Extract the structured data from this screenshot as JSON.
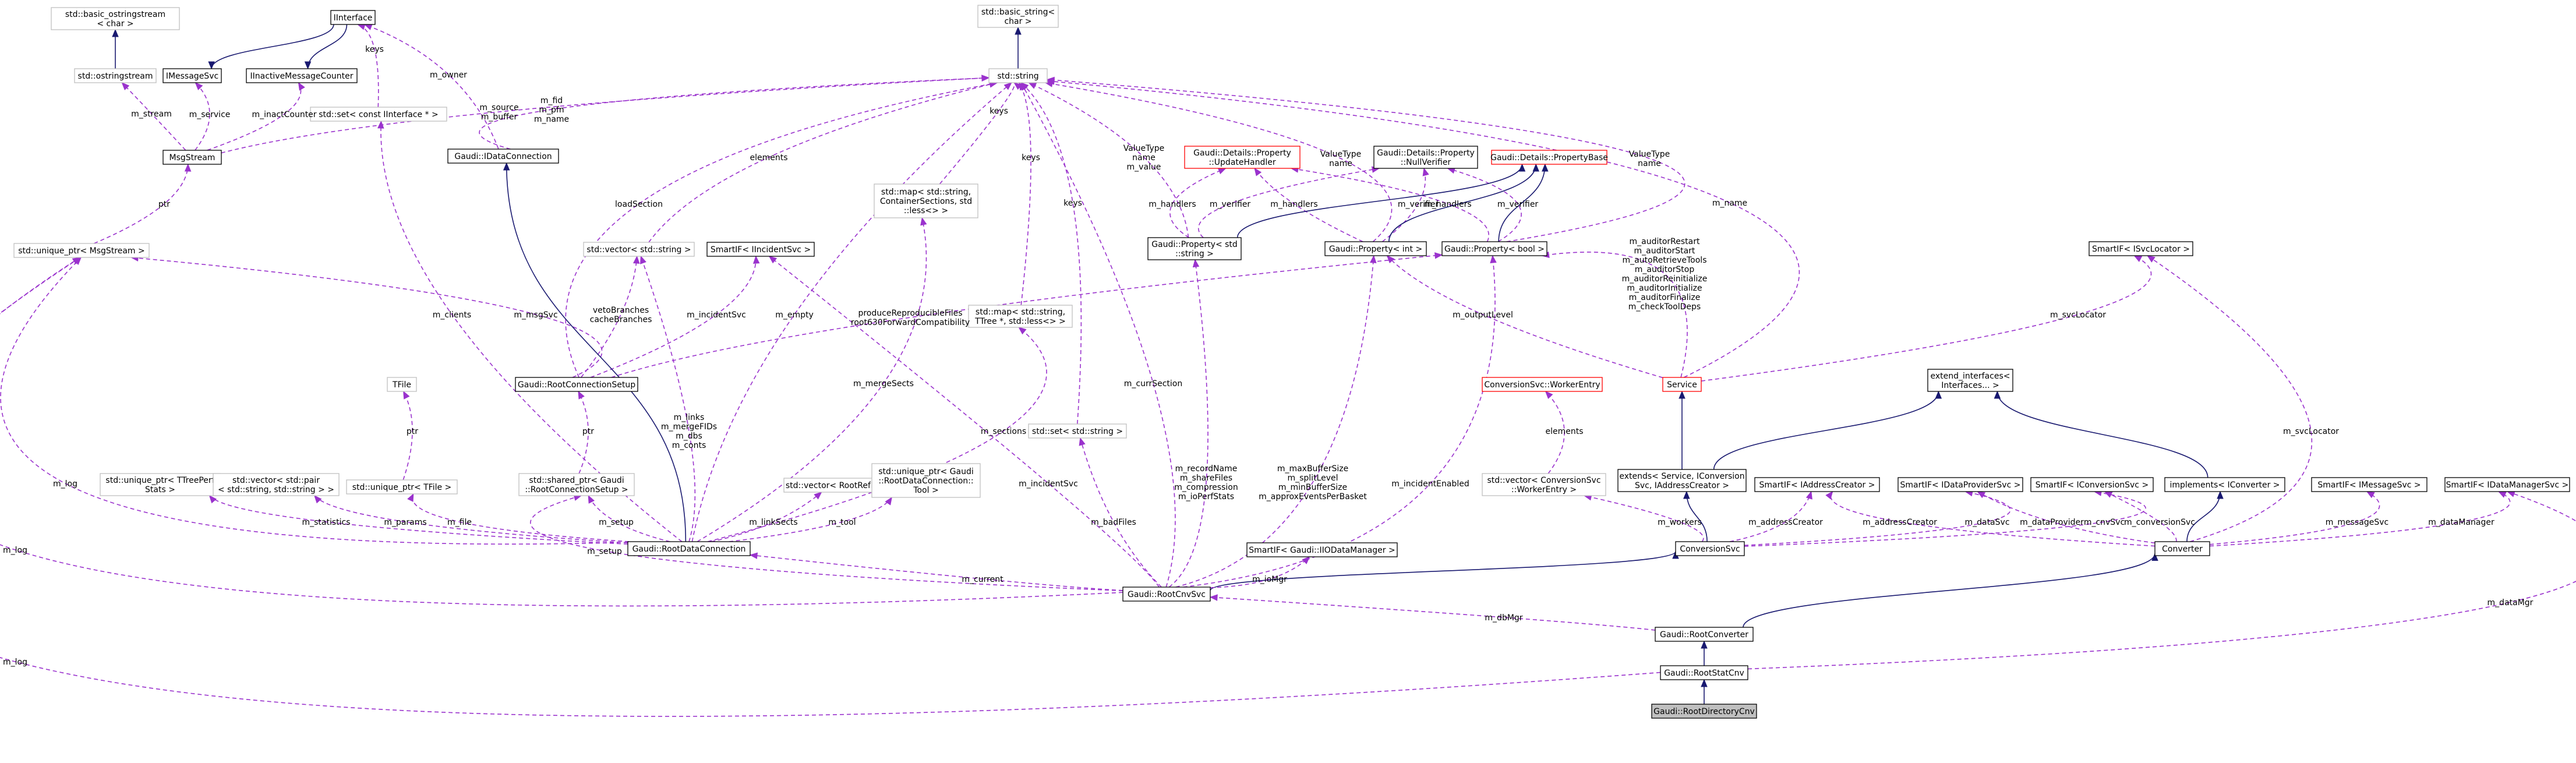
{
  "nodes": [
    {
      "id": "interface",
      "lines": [
        "IInterface"
      ],
      "border": "black"
    },
    {
      "id": "basic_ostringstream",
      "lines": [
        "std::basic_ostringstream",
        "< char >"
      ],
      "border": "gray"
    },
    {
      "id": "ostringstream",
      "lines": [
        "std::ostringstream"
      ],
      "border": "gray"
    },
    {
      "id": "imessagesvc",
      "lines": [
        "IMessageSvc"
      ],
      "border": "black"
    },
    {
      "id": "iinactive",
      "lines": [
        "IInactiveMessageCounter"
      ],
      "border": "black"
    },
    {
      "id": "set_iinterface",
      "lines": [
        "std::set< const IInterface * >"
      ],
      "border": "gray"
    },
    {
      "id": "msgstream",
      "lines": [
        "MsgStream"
      ],
      "border": "black"
    },
    {
      "id": "unique_msgstream",
      "lines": [
        "std::unique_ptr< MsgStream >"
      ],
      "border": "gray"
    },
    {
      "id": "basic_string",
      "lines": [
        "std::basic_string<",
        "char >"
      ],
      "border": "gray"
    },
    {
      "id": "string",
      "lines": [
        "std::string"
      ],
      "border": "gray"
    },
    {
      "id": "idataconnection",
      "lines": [
        "Gaudi::IDataConnection"
      ],
      "border": "black"
    },
    {
      "id": "vector_string",
      "lines": [
        "std::vector< std::string >"
      ],
      "border": "gray"
    },
    {
      "id": "smartif_incident",
      "lines": [
        "SmartIF< IIncidentSvc >"
      ],
      "border": "black"
    },
    {
      "id": "map_containersections",
      "lines": [
        "std::map< std::string,",
        "ContainerSections, std",
        "::less<> >"
      ],
      "border": "gray"
    },
    {
      "id": "map_ttree",
      "lines": [
        "std::map< std::string,",
        "TTree *, std::less<> >"
      ],
      "border": "gray"
    },
    {
      "id": "updatehandler",
      "lines": [
        "Gaudi::Details::Property",
        "::UpdateHandler"
      ],
      "border": "red"
    },
    {
      "id": "nullverifier",
      "lines": [
        "Gaudi::Details::Property",
        "::NullVerifier"
      ],
      "border": "black"
    },
    {
      "id": "propertybase",
      "lines": [
        "Gaudi::Details::PropertyBase"
      ],
      "border": "red"
    },
    {
      "id": "property_string",
      "lines": [
        "Gaudi::Property< std",
        "::string >"
      ],
      "border": "black"
    },
    {
      "id": "property_int",
      "lines": [
        "Gaudi::Property< int >"
      ],
      "border": "black"
    },
    {
      "id": "property_bool",
      "lines": [
        "Gaudi::Property< bool >"
      ],
      "border": "black"
    },
    {
      "id": "smartif_isvclocator",
      "lines": [
        "SmartIF< ISvcLocator >"
      ],
      "border": "black"
    },
    {
      "id": "tfile",
      "lines": [
        "TFile"
      ],
      "border": "gray"
    },
    {
      "id": "rootconnectionsetup",
      "lines": [
        "Gaudi::RootConnectionSetup"
      ],
      "border": "black"
    },
    {
      "id": "set_string",
      "lines": [
        "std::set< std::string >"
      ],
      "border": "gray"
    },
    {
      "id": "service",
      "lines": [
        "Service"
      ],
      "border": "red"
    },
    {
      "id": "workerentry",
      "lines": [
        "ConversionSvc::WorkerEntry"
      ],
      "border": "red"
    },
    {
      "id": "extend_interfaces",
      "lines": [
        "extend_interfaces<",
        "Interfaces... >"
      ],
      "border": "black"
    },
    {
      "id": "unique_ttreeperf",
      "lines": [
        "std::unique_ptr< TTreePerf",
        "Stats >"
      ],
      "border": "gray"
    },
    {
      "id": "vector_pair",
      "lines": [
        "std::vector< std::pair",
        "< std::string, std::string > >"
      ],
      "border": "gray"
    },
    {
      "id": "unique_tfile",
      "lines": [
        "std::unique_ptr< TFile >"
      ],
      "border": "gray"
    },
    {
      "id": "shared_setup",
      "lines": [
        "std::shared_ptr< Gaudi",
        "::RootConnectionSetup >"
      ],
      "border": "gray"
    },
    {
      "id": "vector_rootref",
      "lines": [
        "std::vector< RootRef >"
      ],
      "border": "gray"
    },
    {
      "id": "unique_tool",
      "lines": [
        "std::unique_ptr< Gaudi",
        "::RootDataConnection::",
        "Tool >"
      ],
      "border": "gray"
    },
    {
      "id": "vector_workerentry",
      "lines": [
        "std::vector< ConversionSvc",
        "::WorkerEntry >"
      ],
      "border": "gray"
    },
    {
      "id": "extends_service",
      "lines": [
        "extends< Service, IConversion",
        "Svc, IAddressCreator >"
      ],
      "border": "black"
    },
    {
      "id": "smartif_addresscreator",
      "lines": [
        "SmartIF< IAddressCreator >"
      ],
      "border": "black"
    },
    {
      "id": "smartif_dataprovider",
      "lines": [
        "SmartIF< IDataProviderSvc >"
      ],
      "border": "black"
    },
    {
      "id": "smartif_iconversion",
      "lines": [
        "SmartIF< IConversionSvc >"
      ],
      "border": "black"
    },
    {
      "id": "implements_iconverter",
      "lines": [
        "implements< IConverter >"
      ],
      "border": "black"
    },
    {
      "id": "smartif_imessagesvc",
      "lines": [
        "SmartIF< IMessageSvc >"
      ],
      "border": "black"
    },
    {
      "id": "smartif_datamanager",
      "lines": [
        "SmartIF< IDataManagerSvc >"
      ],
      "border": "black"
    },
    {
      "id": "rootdataconnection",
      "lines": [
        "Gaudi::RootDataConnection"
      ],
      "border": "black"
    },
    {
      "id": "smartif_iodatamanager",
      "lines": [
        "SmartIF< Gaudi::IIODataManager >"
      ],
      "border": "black"
    },
    {
      "id": "conversionsvc",
      "lines": [
        "ConversionSvc"
      ],
      "border": "black"
    },
    {
      "id": "converter",
      "lines": [
        "Converter"
      ],
      "border": "black"
    },
    {
      "id": "rootcnvsvc",
      "lines": [
        "Gaudi::RootCnvSvc"
      ],
      "border": "black"
    },
    {
      "id": "rootconverter",
      "lines": [
        "Gaudi::RootConverter"
      ],
      "border": "black"
    },
    {
      "id": "rootstatcnv",
      "lines": [
        "Gaudi::RootStatCnv"
      ],
      "border": "black"
    },
    {
      "id": "rootdirectorycnv",
      "lines": [
        "Gaudi::RootDirectoryCnv"
      ],
      "border": "current"
    }
  ],
  "edges": [
    {
      "from": "imessagesvc",
      "to": "interface",
      "kind": "inherit",
      "label": []
    },
    {
      "from": "iinactive",
      "to": "interface",
      "kind": "inherit",
      "label": []
    },
    {
      "from": "basic_ostringstream",
      "to": "ostringstream",
      "kind": "inherit",
      "label": []
    },
    {
      "from": "ostringstream",
      "to": "msgstream",
      "kind": "use",
      "label": [
        "m_stream"
      ]
    },
    {
      "from": "imessagesvc",
      "to": "msgstream",
      "kind": "use",
      "label": [
        "m_service"
      ]
    },
    {
      "from": "iinactive",
      "to": "msgstream",
      "kind": "use",
      "label": [
        "m_inactCounter"
      ]
    },
    {
      "from": "interface",
      "to": "set_iinterface",
      "kind": "use",
      "label": [
        "keys"
      ]
    },
    {
      "from": "interface",
      "to": "idataconnection",
      "kind": "use",
      "label": [
        "m_owner"
      ]
    },
    {
      "from": "basic_string",
      "to": "string",
      "kind": "inherit",
      "label": []
    },
    {
      "from": "string",
      "to": "msgstream",
      "kind": "use",
      "label": [
        "m_source",
        "m_buffer"
      ]
    },
    {
      "from": "string",
      "to": "idataconnection",
      "kind": "use",
      "label": [
        "m_fid",
        "m_pfn",
        "m_name"
      ]
    },
    {
      "from": "msgstream",
      "to": "unique_msgstream",
      "kind": "use",
      "label": [
        "ptr"
      ]
    },
    {
      "from": "string",
      "to": "vector_string",
      "kind": "use",
      "label": [
        "elements"
      ]
    },
    {
      "from": "string",
      "to": "map_containersections",
      "kind": "use",
      "label": [
        "keys"
      ]
    },
    {
      "from": "string",
      "to": "map_ttree",
      "kind": "use",
      "label": [
        "keys"
      ]
    },
    {
      "from": "string",
      "to": "set_string",
      "kind": "use",
      "label": [
        "keys"
      ]
    },
    {
      "from": "string",
      "to": "property_string",
      "kind": "use",
      "label": [
        "ValueType",
        "name",
        "m_value"
      ]
    },
    {
      "from": "string",
      "to": "property_int",
      "kind": "use",
      "label": [
        "ValueType",
        "name"
      ]
    },
    {
      "from": "string",
      "to": "property_bool",
      "kind": "use",
      "label": [
        "ValueType",
        "name"
      ]
    },
    {
      "from": "string",
      "to": "service",
      "kind": "use",
      "label": [
        "m_name"
      ]
    },
    {
      "from": "updatehandler",
      "to": "property_string",
      "kind": "use",
      "label": [
        "m_handlers"
      ]
    },
    {
      "from": "nullverifier",
      "to": "property_string",
      "kind": "use",
      "label": [
        "m_verifier"
      ]
    },
    {
      "from": "updatehandler",
      "to": "property_int",
      "kind": "use",
      "label": [
        "m_handlers"
      ]
    },
    {
      "from": "nullverifier",
      "to": "property_int",
      "kind": "use",
      "label": [
        "m_verifier"
      ]
    },
    {
      "from": "updatehandler",
      "to": "property_bool",
      "kind": "use",
      "label": [
        "m_handlers"
      ]
    },
    {
      "from": "nullverifier",
      "to": "property_bool",
      "kind": "use",
      "label": [
        "m_verifier"
      ]
    },
    {
      "from": "propertybase",
      "to": "property_string",
      "kind": "inherit",
      "label": []
    },
    {
      "from": "propertybase",
      "to": "property_int",
      "kind": "inherit",
      "label": []
    },
    {
      "from": "propertybase",
      "to": "property_bool",
      "kind": "inherit",
      "label": []
    },
    {
      "from": "string",
      "to": "rootconnectionsetup",
      "kind": "use",
      "label": [
        "loadSection"
      ]
    },
    {
      "from": "unique_msgstream",
      "to": "rootconnectionsetup",
      "kind": "use",
      "label": [
        "m_msgSvc"
      ]
    },
    {
      "from": "vector_string",
      "to": "rootconnectionsetup",
      "kind": "use",
      "label": [
        "vetoBranches",
        "cacheBranches"
      ]
    },
    {
      "from": "smartif_incident",
      "to": "rootconnectionsetup",
      "kind": "use",
      "label": [
        "m_incidentSvc"
      ]
    },
    {
      "from": "property_bool",
      "to": "rootconnectionsetup",
      "kind": "use",
      "label": [
        "produceReproducibleFiles",
        "root630ForwardCompatibility"
      ]
    },
    {
      "from": "property_int",
      "to": "service",
      "kind": "use",
      "label": [
        "m_outputLevel"
      ]
    },
    {
      "from": "property_bool",
      "to": "service",
      "kind": "use",
      "label": [
        "m_auditorRestart",
        "m_auditorStart",
        "m_autoRetrieveTools",
        "m_auditorStop",
        "m_auditorReinitialize",
        "m_auditorInitialize",
        "m_auditorFinalize",
        "m_checkToolDeps"
      ]
    },
    {
      "from": "smartif_isvclocator",
      "to": "service",
      "kind": "use",
      "label": [
        "m_svcLocator"
      ]
    },
    {
      "from": "tfile",
      "to": "unique_tfile",
      "kind": "use",
      "label": [
        "ptr"
      ]
    },
    {
      "from": "rootconnectionsetup",
      "to": "shared_setup",
      "kind": "use",
      "label": [
        "ptr"
      ]
    },
    {
      "from": "workerentry",
      "to": "vector_workerentry",
      "kind": "use",
      "label": [
        "elements"
      ]
    },
    {
      "from": "service",
      "to": "extends_service",
      "kind": "inherit",
      "label": []
    },
    {
      "from": "extend_interfaces",
      "to": "extends_service",
      "kind": "inherit",
      "label": []
    },
    {
      "from": "extend_interfaces",
      "to": "implements_iconverter",
      "kind": "inherit",
      "label": []
    },
    {
      "from": "idataconnection",
      "to": "rootdataconnection",
      "kind": "inherit",
      "label": []
    },
    {
      "from": "set_iinterface",
      "to": "rootdataconnection",
      "kind": "use",
      "label": [
        "m_clients"
      ]
    },
    {
      "from": "string",
      "to": "rootdataconnection",
      "kind": "use",
      "label": [
        "m_empty"
      ]
    },
    {
      "from": "vector_string",
      "to": "rootdataconnection",
      "kind": "use",
      "label": [
        "m_links",
        "m_mergeFIDs",
        "m_dbs",
        "m_conts"
      ]
    },
    {
      "from": "map_containersections",
      "to": "rootdataconnection",
      "kind": "use",
      "label": [
        "m_mergeSects"
      ]
    },
    {
      "from": "map_ttree",
      "to": "rootdataconnection",
      "kind": "use",
      "label": [
        "m_sections"
      ]
    },
    {
      "from": "unique_ttreeperf",
      "to": "rootdataconnection",
      "kind": "use",
      "label": [
        "m_statistics"
      ]
    },
    {
      "from": "vector_pair",
      "to": "rootdataconnection",
      "kind": "use",
      "label": [
        "m_params"
      ]
    },
    {
      "from": "unique_tfile",
      "to": "rootdataconnection",
      "kind": "use",
      "label": [
        "m_file"
      ]
    },
    {
      "from": "shared_setup",
      "to": "rootdataconnection",
      "kind": "use",
      "label": [
        "m_setup"
      ]
    },
    {
      "from": "vector_rootref",
      "to": "rootdataconnection",
      "kind": "use",
      "label": [
        "m_linkSects"
      ]
    },
    {
      "from": "unique_tool",
      "to": "rootdataconnection",
      "kind": "use",
      "label": [
        "m_tool"
      ]
    },
    {
      "from": "unique_msgstream",
      "to": "rootdataconnection",
      "kind": "use",
      "label": [
        "m_log"
      ]
    },
    {
      "from": "extends_service",
      "to": "conversionsvc",
      "kind": "inherit",
      "label": []
    },
    {
      "from": "vector_workerentry",
      "to": "conversionsvc",
      "kind": "use",
      "label": [
        "m_workers"
      ]
    },
    {
      "from": "smartif_addresscreator",
      "to": "conversionsvc",
      "kind": "use",
      "label": [
        "m_addressCreator"
      ]
    },
    {
      "from": "smartif_dataprovider",
      "to": "conversionsvc",
      "kind": "use",
      "label": [
        "m_dataSvc"
      ]
    },
    {
      "from": "smartif_iconversion",
      "to": "conversionsvc",
      "kind": "use",
      "label": [
        "m_cnvSvc"
      ]
    },
    {
      "from": "implements_iconverter",
      "to": "converter",
      "kind": "inherit",
      "label": []
    },
    {
      "from": "smartif_addresscreator",
      "to": "converter",
      "kind": "use",
      "label": [
        "m_addressCreator"
      ]
    },
    {
      "from": "smartif_dataprovider",
      "to": "converter",
      "kind": "use",
      "label": [
        "m_dataProvider"
      ]
    },
    {
      "from": "smartif_iconversion",
      "to": "converter",
      "kind": "use",
      "label": [
        "m_conversionSvc"
      ]
    },
    {
      "from": "smartif_imessagesvc",
      "to": "converter",
      "kind": "use",
      "label": [
        "m_messageSvc"
      ]
    },
    {
      "from": "smartif_datamanager",
      "to": "converter",
      "kind": "use",
      "label": [
        "m_dataManager"
      ]
    },
    {
      "from": "smartif_isvclocator",
      "to": "converter",
      "kind": "use",
      "label": [
        "m_svcLocator"
      ]
    },
    {
      "from": "conversionsvc",
      "to": "rootcnvsvc",
      "kind": "inherit",
      "label": []
    },
    {
      "from": "rootdataconnection",
      "to": "rootcnvsvc",
      "kind": "use",
      "label": [
        "m_current"
      ]
    },
    {
      "from": "shared_setup",
      "to": "rootcnvsvc",
      "kind": "use",
      "label": [
        "m_setup"
      ]
    },
    {
      "from": "smartif_incident",
      "to": "rootcnvsvc",
      "kind": "use",
      "label": [
        "m_incidentSvc"
      ]
    },
    {
      "from": "set_string",
      "to": "rootcnvsvc",
      "kind": "use",
      "label": [
        "m_badFiles"
      ]
    },
    {
      "from": "string",
      "to": "rootcnvsvc",
      "kind": "use",
      "label": [
        "m_currSection"
      ]
    },
    {
      "from": "property_string",
      "to": "rootcnvsvc",
      "kind": "use",
      "label": [
        "m_recordName",
        "m_shareFiles",
        "m_compression",
        "m_ioPerfStats"
      ]
    },
    {
      "from": "property_int",
      "to": "rootcnvsvc",
      "kind": "use",
      "label": [
        "m_maxBufferSize",
        "m_splitLevel",
        "m_minBufferSize",
        "m_approxEventsPerBasket"
      ]
    },
    {
      "from": "property_bool",
      "to": "rootcnvsvc",
      "kind": "use",
      "label": [
        "m_incidentEnabled"
      ]
    },
    {
      "from": "smartif_iodatamanager",
      "to": "rootcnvsvc",
      "kind": "use",
      "label": [
        "m_ioMgr"
      ]
    },
    {
      "from": "unique_msgstream",
      "to": "rootcnvsvc",
      "kind": "use",
      "label": [
        "m_log"
      ]
    },
    {
      "from": "converter",
      "to": "rootconverter",
      "kind": "inherit",
      "label": []
    },
    {
      "from": "rootcnvsvc",
      "to": "rootconverter",
      "kind": "use",
      "label": [
        "m_dbMgr"
      ]
    },
    {
      "from": "rootconverter",
      "to": "rootstatcnv",
      "kind": "inherit",
      "label": []
    },
    {
      "from": "smartif_datamanager",
      "to": "rootstatcnv",
      "kind": "use",
      "label": [
        "m_dataMgr"
      ]
    },
    {
      "from": "unique_msgstream",
      "to": "rootstatcnv",
      "kind": "use",
      "label": [
        "m_log"
      ]
    },
    {
      "from": "rootstatcnv",
      "to": "rootdirectorycnv",
      "kind": "inherit",
      "label": []
    }
  ]
}
